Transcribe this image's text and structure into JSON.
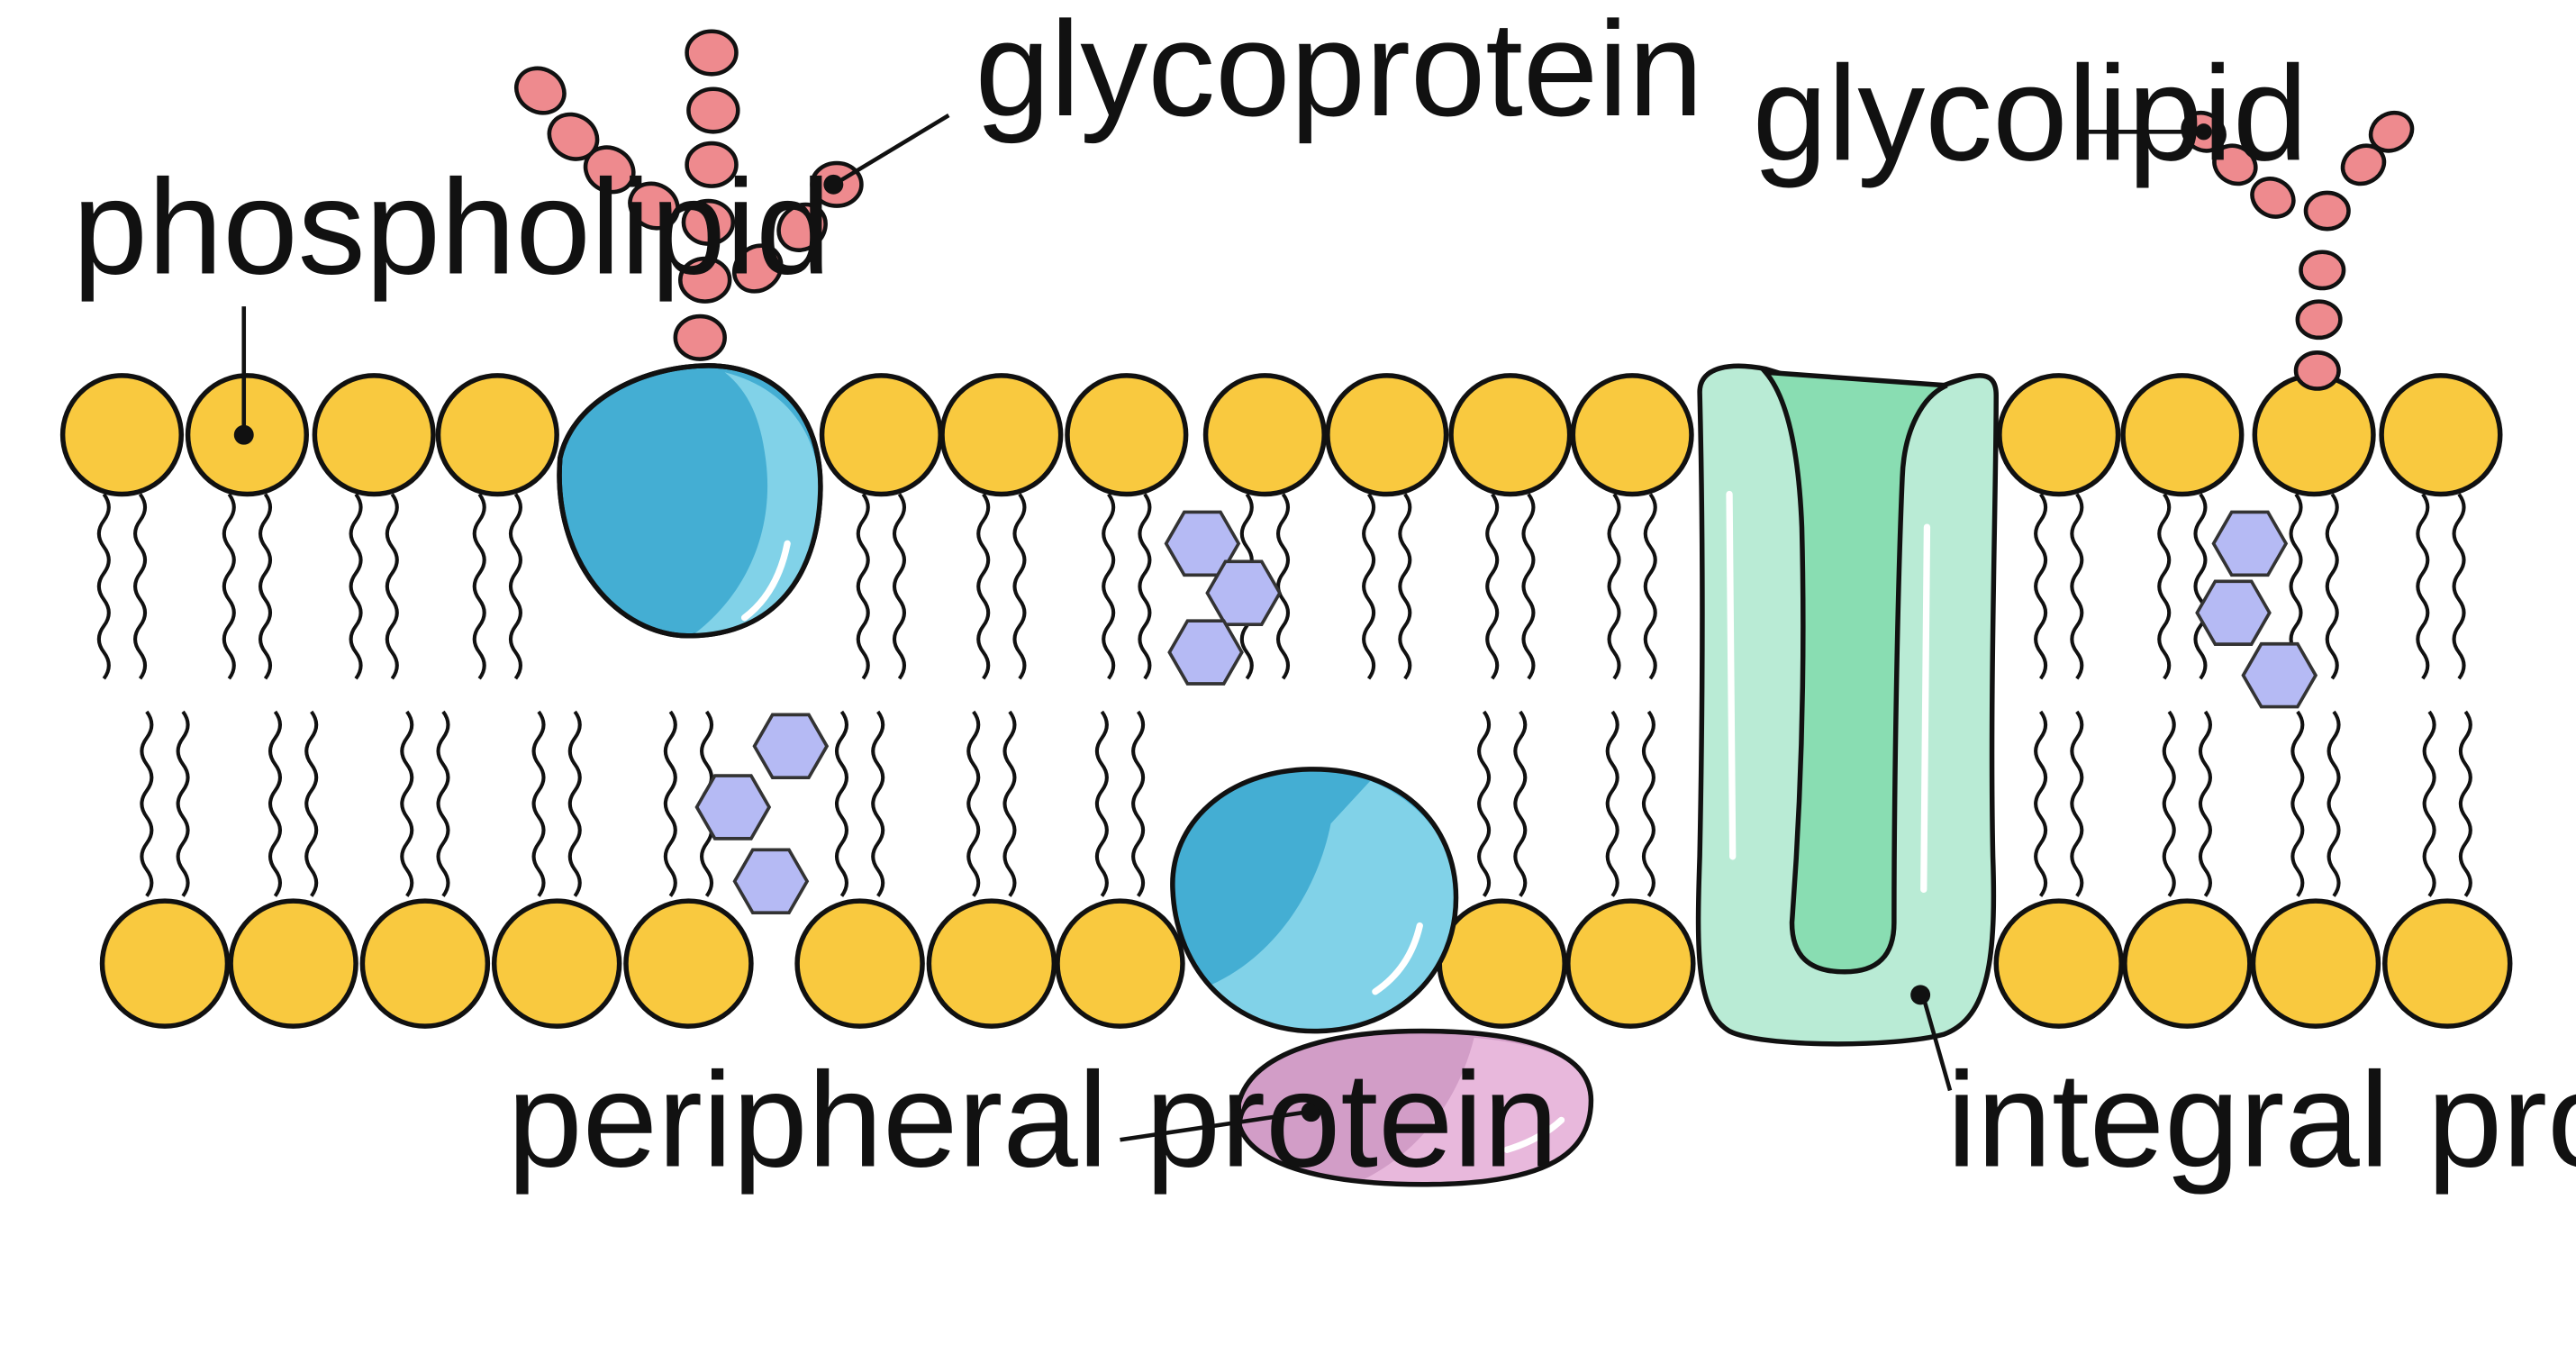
{
  "labels": {
    "phospholipid": "phospholipid",
    "glycoprotein": "glycoprotein",
    "glycolipid": "glycolipid",
    "peripheral_protein": "peripheral protein",
    "integral_protein": "integral protein"
  },
  "colors": {
    "lipid_head": "#F9C93F",
    "lipid_tail": "#111111",
    "sugar": "#EE8A8E",
    "glycoprotein_body": "#44AED3",
    "glycoprotein_highlight": "#81D2E8",
    "cholesterol": "#B5BAF4",
    "integral_outer": "#B9EBD5",
    "integral_inner": "#89DDB2",
    "peripheral_body": "#D29DC7",
    "peripheral_highlight": "#E8B8DC",
    "outline": "#111111"
  }
}
